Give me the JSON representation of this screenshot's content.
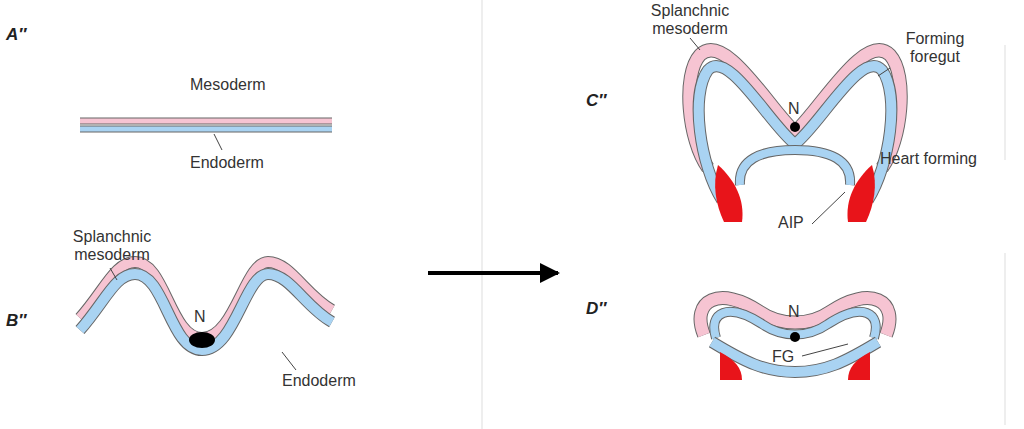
{
  "diagram": {
    "labels": [
      "A″",
      "Mesoderm",
      "Endoderm",
      "B″",
      "Splanchnic mesoderm",
      "N",
      "Endoderm",
      "C″",
      "Splanchnic mesoderm",
      "Forming foregut",
      "N",
      "Heart forming",
      "AIP",
      "D″",
      "N",
      "FG"
    ]
  }
}
